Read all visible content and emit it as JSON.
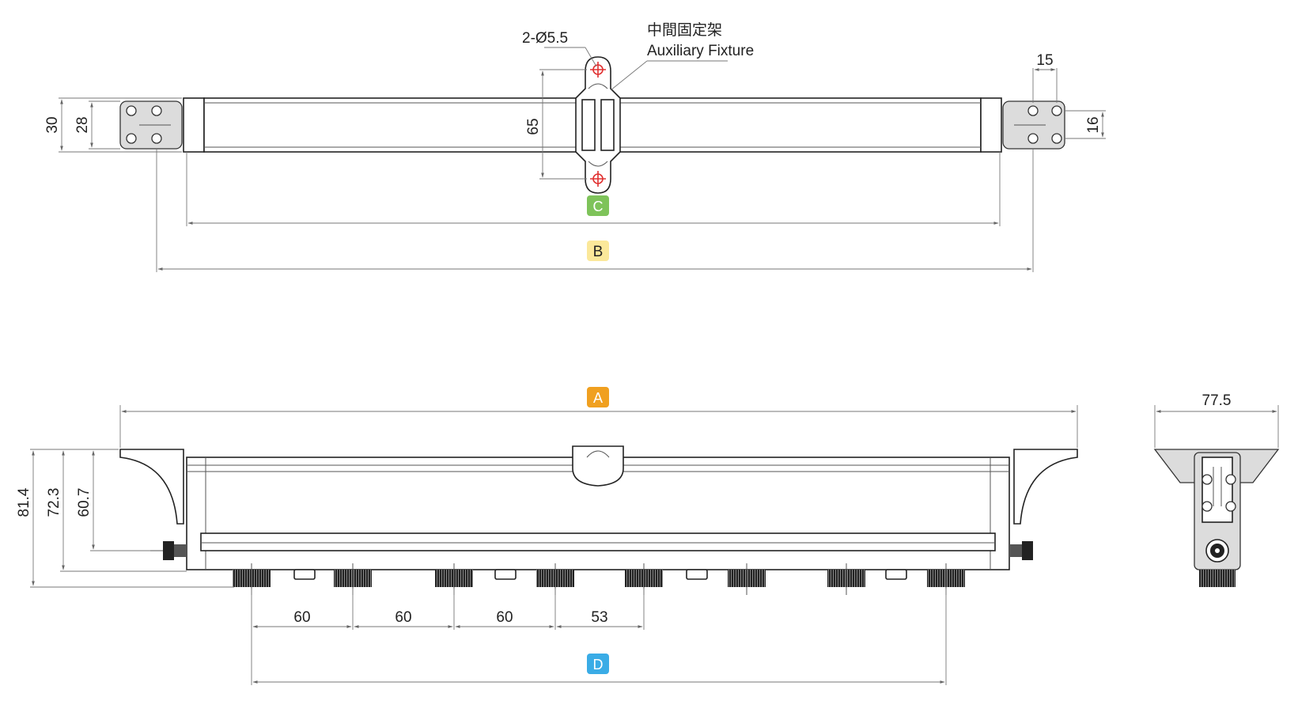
{
  "top_view": {
    "hole_label": "2-Ø5.5",
    "fixture_label_cn": "中間固定架",
    "fixture_label_en": "Auxiliary Fixture",
    "dim_15": "15",
    "dim_16": "16",
    "dim_30": "30",
    "dim_28": "28",
    "dim_65": "65",
    "badge_c": "C",
    "badge_b": "B"
  },
  "front_view": {
    "badge_a": "A",
    "badge_d": "D",
    "dim_81_4": "81.4",
    "dim_72_3": "72.3",
    "dim_60_7": "60.7",
    "spacing": [
      "60",
      "60",
      "60",
      "53"
    ]
  },
  "side_view": {
    "width": "77.5"
  },
  "colors": {
    "badge_a": "#f0a020",
    "badge_b": "#fbe89a",
    "badge_c": "#7ec35a",
    "badge_d": "#3aace6",
    "marker": "#e03030"
  }
}
